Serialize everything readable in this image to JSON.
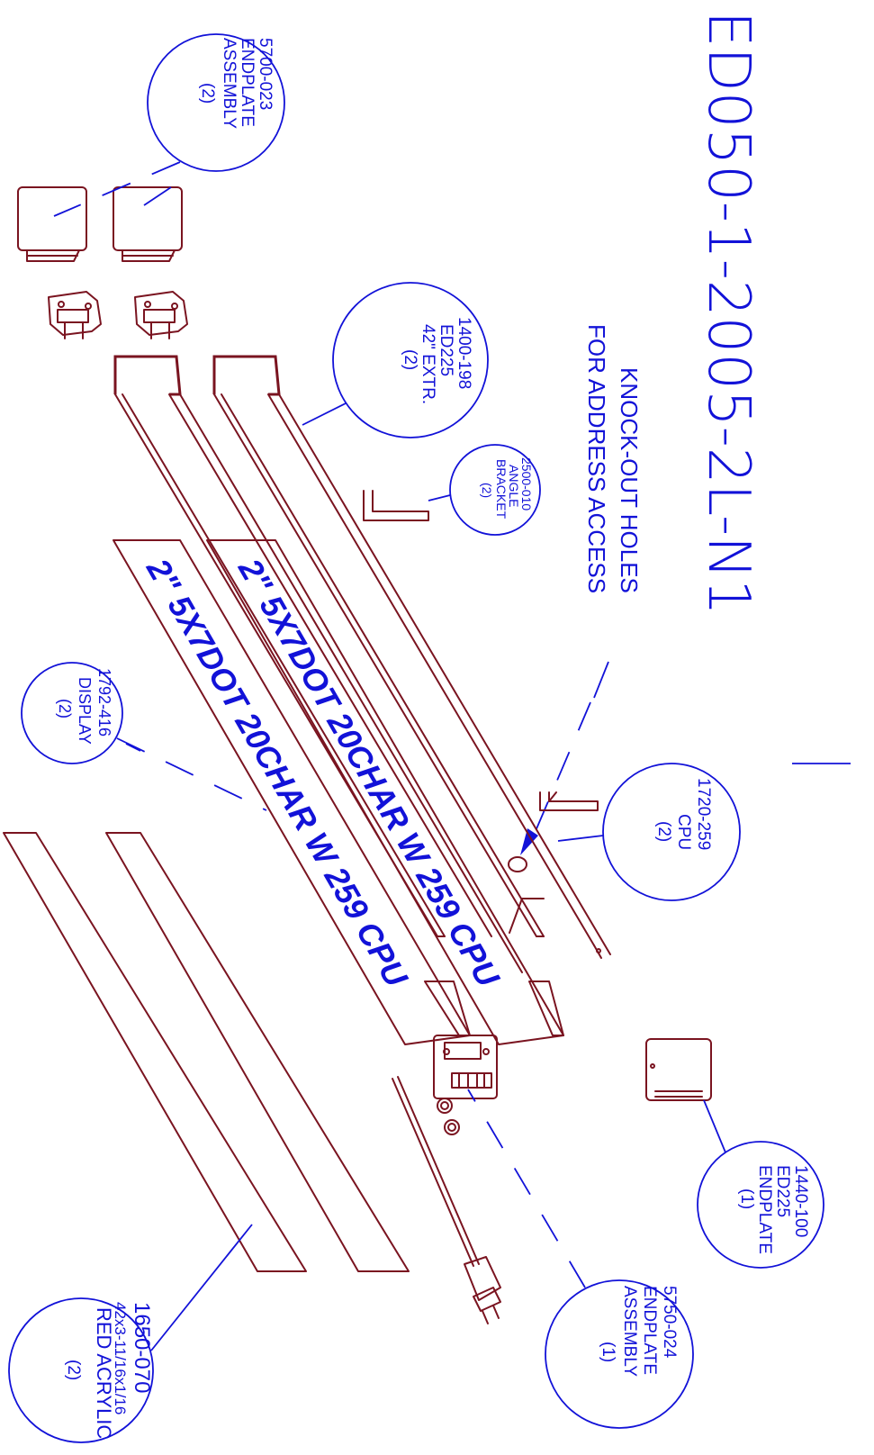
{
  "drawing_title": "ED050-1-2005-2L-N1",
  "note": {
    "line1": "KNOCK-OUT HOLES",
    "line2": "FOR ADDRESS ACCESS"
  },
  "display_panel_text": "2\" 5X7DOT 20CHAR W 259 CPU",
  "callouts": [
    {
      "id": "endplate-assembly-top",
      "lines": [
        "5700-023",
        "ENDPLATE",
        "ASSEMBLY",
        "(2)"
      ]
    },
    {
      "id": "extrusion",
      "lines": [
        "1400-198",
        "ED225",
        "42\" EXTR.",
        "(2)"
      ]
    },
    {
      "id": "angle-bracket",
      "lines": [
        "2500-010",
        "ANGLE",
        "BRACKET",
        "(2)"
      ]
    },
    {
      "id": "display",
      "lines": [
        "1792-416",
        "DISPLAY",
        "(2)"
      ]
    },
    {
      "id": "cpu",
      "lines": [
        "1720-259",
        "CPU",
        "(2)"
      ]
    },
    {
      "id": "endplate",
      "lines": [
        "1440-100",
        "ED225",
        "ENDPLATE",
        "(1)"
      ]
    },
    {
      "id": "endplate-assembly-bottom",
      "lines": [
        "5750-024",
        "ENDPLATE",
        "ASSEMBLY",
        "(1)"
      ]
    },
    {
      "id": "acrylic",
      "lines": [
        "1650-070",
        "42x3-11/16x1/16",
        "RED ACRYLIC",
        "(2)"
      ]
    }
  ],
  "colors": {
    "parts": "#7a1420",
    "annotations": "#1212d8",
    "background": "#ffffff"
  }
}
